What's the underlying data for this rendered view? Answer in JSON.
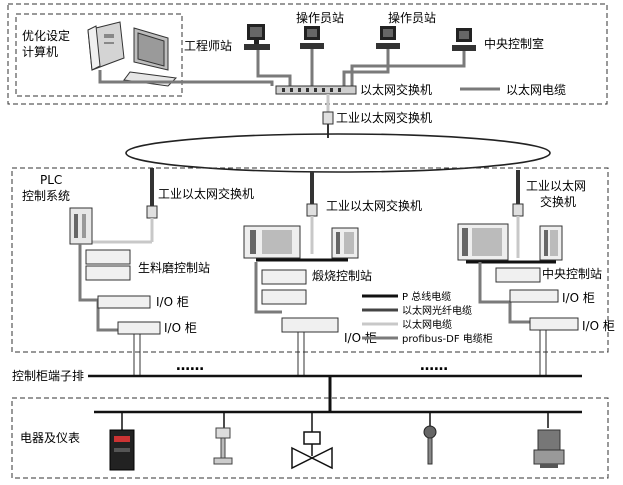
{
  "top_zone": {
    "optimization_pc": "优化设定\n计算机",
    "engineer_station": "工程师站",
    "operator_station_1": "操作员站",
    "operator_station_2": "操作员站",
    "central_control_room": "中央控制室",
    "ethernet_switch": "以太网交换机",
    "legend_ethernet_cable": "以太网电缆"
  },
  "backbone": {
    "industrial_switch_top": "工业以太网交换机"
  },
  "plc_zone": {
    "plc_title": "PLC\n控制系统",
    "switch_left": "工业以太网交换机",
    "switch_middle": "工业以太网交换机",
    "switch_right": "工业以太网\n交换机",
    "station_raw_mill": "生料磨控制站",
    "station_calcining": "煅烧控制站",
    "station_central": "中央控制站",
    "io_cabinet": "I/O 柜",
    "dots": "……"
  },
  "legend": {
    "items": [
      {
        "label": "P 总线电缆",
        "color": "#111111"
      },
      {
        "label": "以太网光纤电缆",
        "color": "#444444"
      },
      {
        "label": "以太网电缆",
        "color": "#c8c8c8"
      },
      {
        "label": "profibus-DF 电缆柜",
        "color": "#7a7a7a"
      }
    ]
  },
  "terminal_row": {
    "label": "控制柜端子排",
    "dots": "……"
  },
  "field_zone": {
    "label": "电器及仪表"
  }
}
